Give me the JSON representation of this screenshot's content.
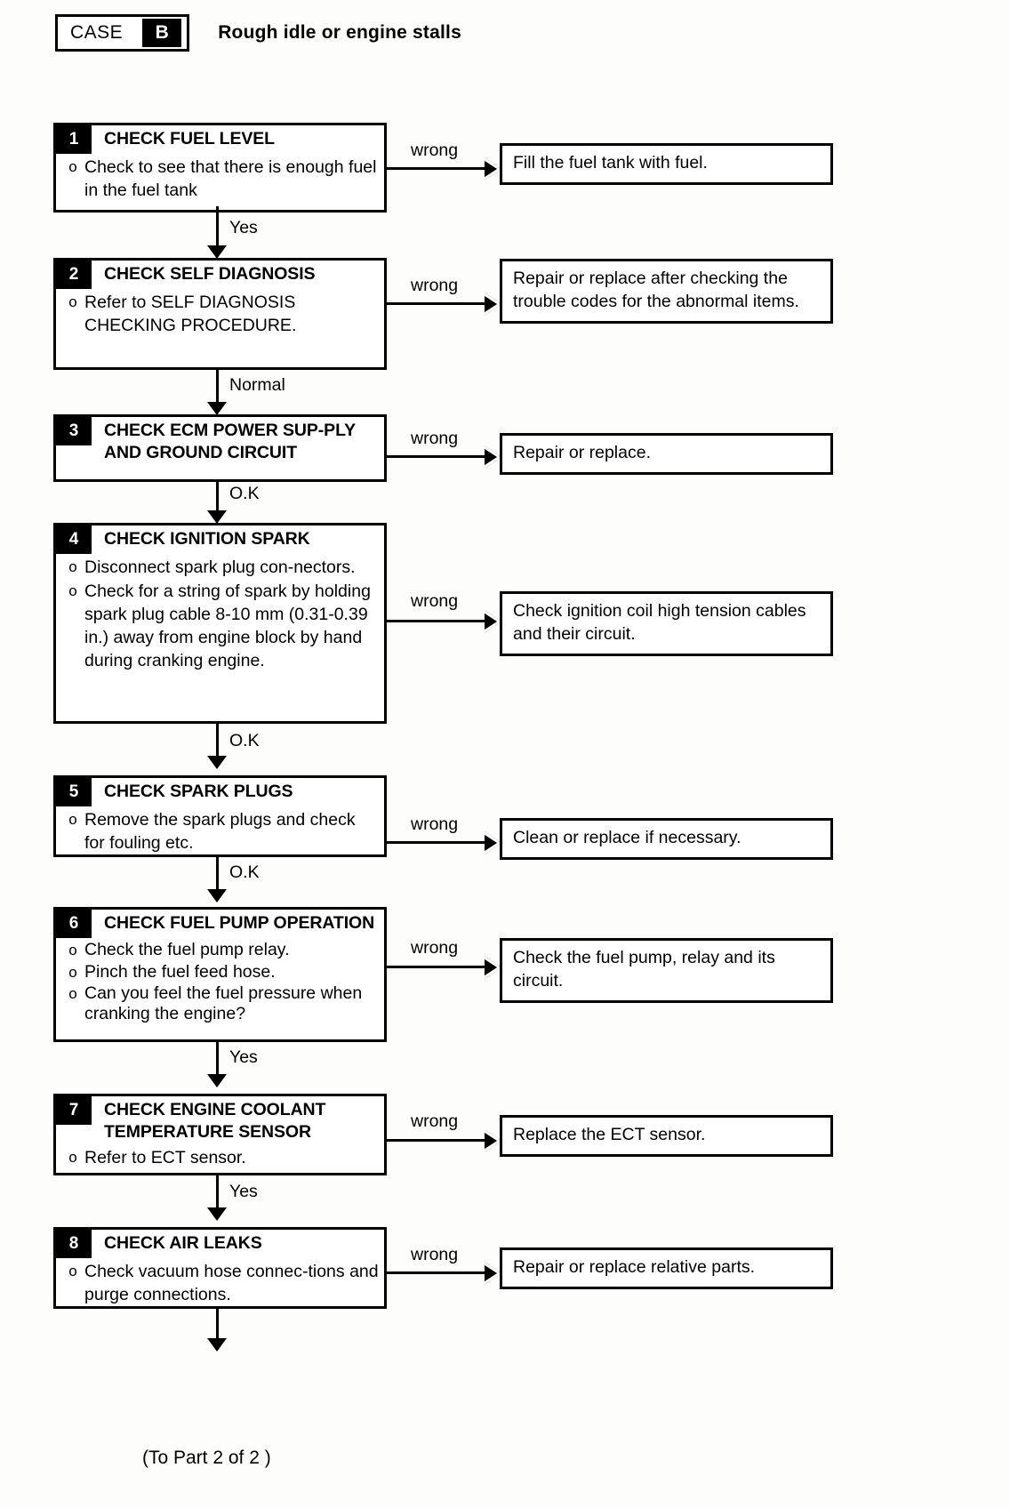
{
  "header": {
    "case_label": "CASE",
    "case_letter": "B",
    "title": "Rough idle or engine stalls"
  },
  "steps": [
    {
      "number": "1",
      "title": "CHECK FUEL LEVEL",
      "bullets": [
        "Check to see that there is enough fuel in the fuel tank"
      ],
      "branch_label": "wrong",
      "result": "Fill the fuel tank with fuel.",
      "next_label": "Yes"
    },
    {
      "number": "2",
      "title": "CHECK SELF DIAGNOSIS",
      "bullets": [
        "Refer to SELF DIAGNOSIS CHECKING PROCEDURE."
      ],
      "branch_label": "wrong",
      "result": "Repair or replace after checking the trouble codes for the abnormal items.",
      "next_label": "Normal"
    },
    {
      "number": "3",
      "title": "CHECK ECM POWER SUP-PLY AND GROUND CIRCUIT",
      "bullets": [],
      "branch_label": "wrong",
      "result": "Repair or replace.",
      "next_label": "O.K"
    },
    {
      "number": "4",
      "title": "CHECK IGNITION SPARK",
      "bullets": [
        "Disconnect spark plug con-nectors.",
        "Check for a string of spark by holding spark plug cable 8-10 mm (0.31-0.39 in.) away from engine block by hand during cranking engine."
      ],
      "branch_label": "wrong",
      "result": "Check ignition coil high tension cables and their circuit.",
      "next_label": "O.K"
    },
    {
      "number": "5",
      "title": "CHECK SPARK PLUGS",
      "bullets": [
        "Remove the spark plugs and check for fouling etc."
      ],
      "branch_label": "wrong",
      "result": "Clean or replace if necessary.",
      "next_label": "O.K"
    },
    {
      "number": "6",
      "title": "CHECK FUEL PUMP OPERATION",
      "bullets": [
        "Check the fuel pump relay.",
        "Pinch the fuel feed hose.",
        "Can you feel the fuel pressure when cranking the engine?"
      ],
      "branch_label": "wrong",
      "result": "Check the fuel pump, relay and its circuit.",
      "next_label": "Yes"
    },
    {
      "number": "7",
      "title": "CHECK ENGINE COOLANT TEMPERATURE SENSOR",
      "bullets": [
        "Refer to ECT sensor."
      ],
      "branch_label": "wrong",
      "result": "Replace the ECT sensor.",
      "next_label": "Yes"
    },
    {
      "number": "8",
      "title": "CHECK AIR LEAKS",
      "bullets": [
        "Check vacuum hose connec-tions and purge connections."
      ],
      "branch_label": "wrong",
      "result": "Repair or replace relative parts.",
      "next_label": ""
    }
  ],
  "bullet_marker": "o",
  "footer": "(To Part 2 of 2 )"
}
